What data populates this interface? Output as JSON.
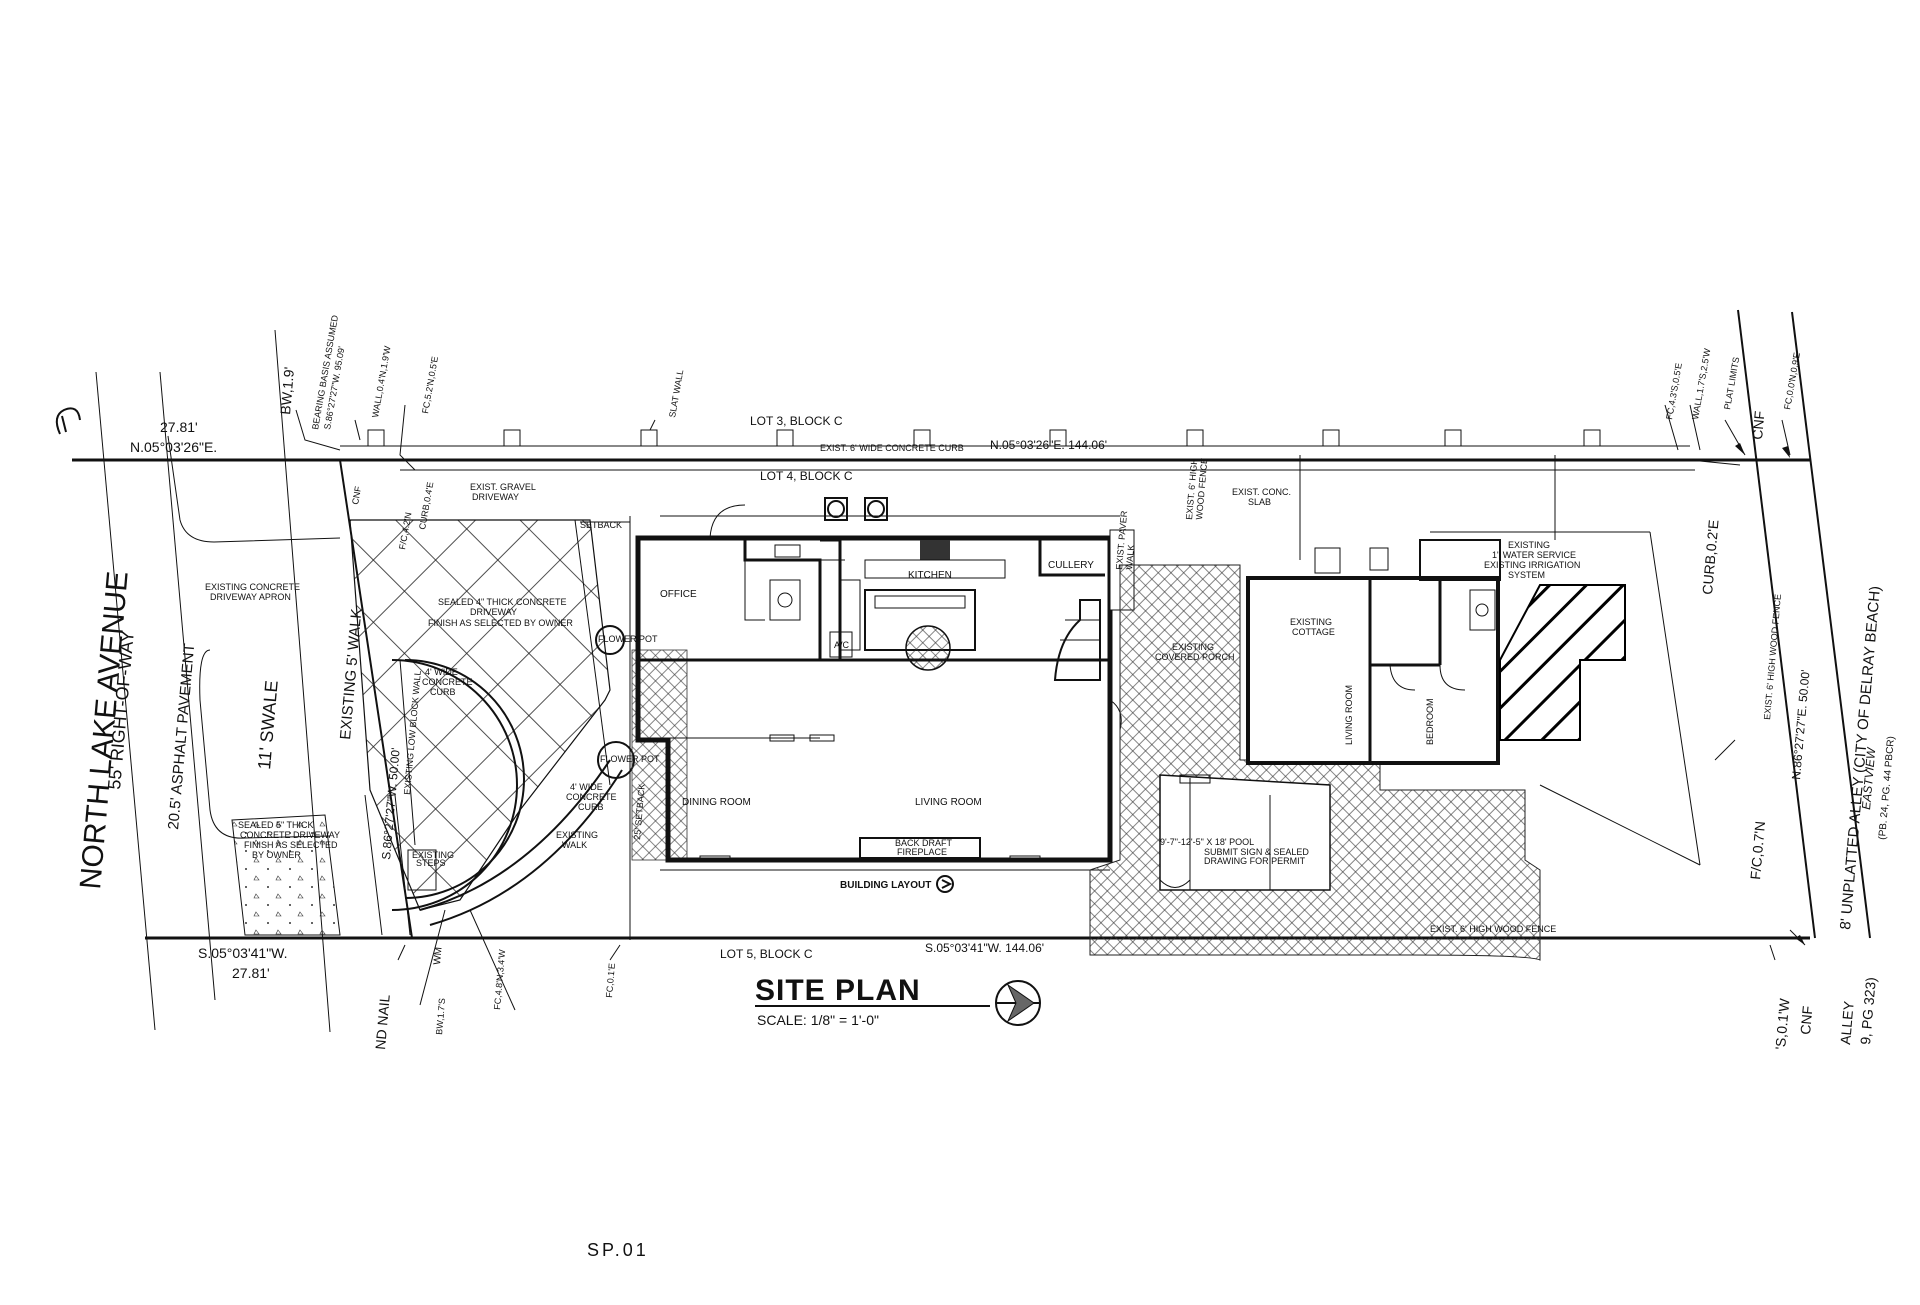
{
  "sheet_number": "SP.01",
  "title": {
    "text": "SITE PLAN",
    "scale": "SCALE: 1/8\" = 1'-0\""
  },
  "streets": {
    "street_name": "NORTH LAKE AVENUE",
    "right_of_way": "55' RIGHT-OF-WAY",
    "pavement": "20.5' ASPHALT PAVEMENT",
    "swale": "11' SWALE",
    "walk": "EXISTING 5' WALK",
    "alley": "8' UNPLATTED ALLEY (CITY OF DELRAY BEACH)",
    "alley_bottom": "ALLEY",
    "alley_bottom_ref": "9, PG 323)",
    "eastview": "EASTVIEW",
    "eastview_ref": "(PB. 24, PG. 44 PBCR)"
  },
  "lots": {
    "lot3": "LOT 3, BLOCK C",
    "lot4": "LOT 4, BLOCK C",
    "lot5": "LOT 5, BLOCK C"
  },
  "bearings": {
    "north_dist": "27.81'",
    "north_bearing": "N.05°03'26\"E.",
    "south_bearing": "S.05°03'41\"W.",
    "south_dist": "27.81'",
    "top_line": "N.05°03'26\"E. 144.06'",
    "bottom_line": "S.05°03'41\"W. 144.06'",
    "west_line": "S.86°27'27\"W. 50.00'",
    "east_line": "N.86°27'27\"E. 50.00'"
  },
  "survey_notes": {
    "bw_top": "BW,1.9'",
    "bearing_basis": "BEARING BASIS ASSUMED",
    "bearing_basis_value": "S.86°27'27\"W. 95.09'",
    "wall_top": "WALL,0.4'N,1.9'W",
    "fc_top": "FC,5.2'N,0.5'E",
    "slat_wall": "SLAT WALL",
    "fc_right": "FC,4.3'S,0.5'E",
    "wall_right": "WALL,1.7'S,2.5'W",
    "plat_limits": "PLAT LIMITS",
    "fc_right2": "FC,0.0'N,0.9'E",
    "cnf_top": "CNF",
    "cnf_bottom": "CNF",
    "curb_right": "CURB,0.2'E",
    "fc_right3": "F/C,0.7'N",
    "s_bottom": "'S,0.1'W",
    "nail": "ND NAIL",
    "wm": "WM",
    "bw_bottom": "BW,1.7'S",
    "fc_bottom": "FC,4.8'N,3.4'W",
    "fc_bottom2": "FC,0.1'E",
    "curb_left": "CURB,0.4'E",
    "cnf_left": "CNF",
    "fc_left": "F/C,4.2'N"
  },
  "site_notes": {
    "curb_top": "EXIST. 6' WIDE CONCRETE CURB",
    "gravel": "EXIST. GRAVEL",
    "gravel2": "DRIVEWAY",
    "setback": "SETBACK",
    "driveway_apron": "EXISTING CONCRETE",
    "driveway_apron2": "DRIVEWAY APRON",
    "sealed_driveway": "SEALED 4\" THICK CONCRETE",
    "sealed_driveway2": "DRIVEWAY",
    "sealed_driveway3": "FINISH AS SELECTED BY OWNER",
    "sealed_swale": "SEALED 5\" THICK",
    "sealed_swale2": "CONCRETE DRIVEWAY",
    "sealed_swale3": "FINISH AS SELECTED",
    "sealed_swale4": "BY OWNER",
    "block_wall": "EXISTING LOW BLOCK WALL",
    "curb_4in": "4' WIDE",
    "curb_4in2": "CONCRETE",
    "curb_4in3": "CURB",
    "curb_4in_b": "4' WIDE",
    "curb_4in_b2": "CONCRETE",
    "curb_4in_b3": "CURB",
    "exist_walk": "EXISTING",
    "exist_walk2": "WALK",
    "exist_steps": "EXISTING",
    "exist_steps2": "STEPS",
    "setback_25": "25' SETBACK",
    "flower_pot": "FLOWER POT",
    "conc_slab": "EXIST. CONC.",
    "conc_slab2": "SLAB",
    "wood_fence_top": "EXIST. 6' HIGH",
    "wood_fence_top2": "WOOD FENCE",
    "paver_walk": "EXIST. PAVER",
    "paver_walk2": "WALK",
    "covered_porch": "EXISTING",
    "covered_porch2": "COVERED PORCH",
    "pool": "9'-7\"-12'-5\" X 18' POOL",
    "pool2": "SUBMIT SIGN & SEALED",
    "pool3": "DRAWING FOR PERMIT",
    "wood_fence_bottom": "EXIST. 6' HIGH WOOD FENCE",
    "wood_fence_right": "EXIST. 6' HIGH WOOD FENCE",
    "water_heater": "EXISTING",
    "water_heater2": "1\" WATER SERVICE",
    "irrigation": "EXISTING IRRIGATION",
    "irrigation2": "SYSTEM",
    "building_layout": "BUILDING LAYOUT"
  },
  "rooms": {
    "office": "OFFICE",
    "kitchen": "KITCHEN",
    "cullery": "CULLERY",
    "dining": "DINING ROOM",
    "living": "LIVING ROOM",
    "ac": "A/C",
    "fireplace": "BACK DRAFT",
    "fireplace2": "FIREPLACE",
    "cottage": "EXISTING",
    "cottage2": "COTTAGE",
    "cottage_living": "LIVING ROOM",
    "cottage_bedroom": "BEDROOM"
  }
}
